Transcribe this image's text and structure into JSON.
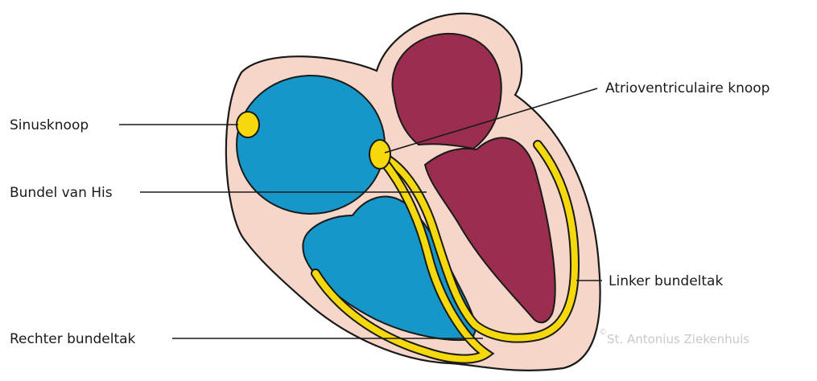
{
  "labels": {
    "sinus_node": "Sinusknoop",
    "his_bundle": "Bundel van His",
    "right_bundle_branch": "Rechter bundeltak",
    "av_node": "Atrioventriculaire knoop",
    "left_bundle_branch": "Linker bundeltak"
  },
  "credit": {
    "symbol": "©",
    "text": "St. Antonius Ziekenhuis"
  },
  "colors": {
    "heart_wall": "#f6d6c8",
    "right_heart": "#1597c9",
    "left_heart": "#9b2e4e",
    "conduction": "#f5d90c",
    "outline": "#1a1a1a"
  }
}
